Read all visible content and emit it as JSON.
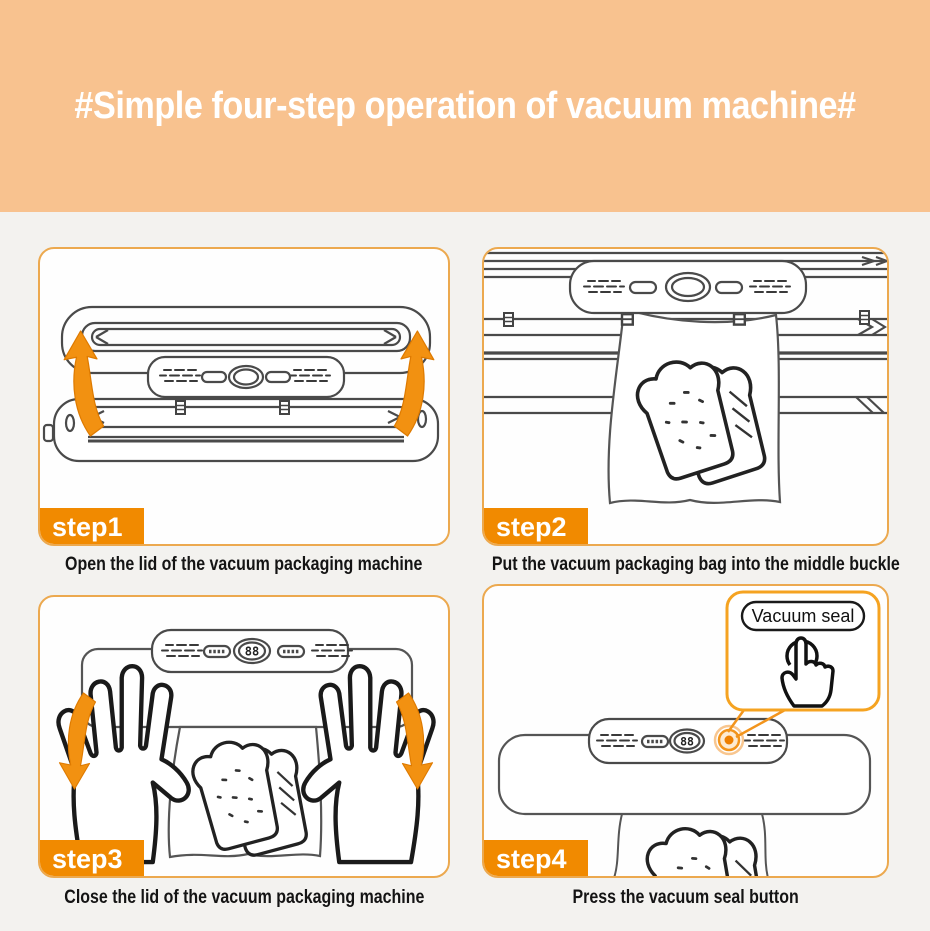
{
  "banner": {
    "title": "#Simple four-step operation of vacuum machine#",
    "bg_color": "#F8C28F",
    "text_color": "#FFFFFF"
  },
  "colors": {
    "page_bg": "#F3F2EF",
    "step_badge_orange": "#F18A00",
    "panel_border_orange": "#ECA94F",
    "arrow_orange": "#F29111",
    "line_art_gray": "#4A4A4A",
    "caption_text": "#141414"
  },
  "machine": {
    "display_value": "88"
  },
  "steps": [
    {
      "id": "step1",
      "label": "step1",
      "caption": "Open the lid of the vacuum packaging machine"
    },
    {
      "id": "step2",
      "label": "step2",
      "caption": "Put the vacuum packaging bag into the middle buckle"
    },
    {
      "id": "step3",
      "label": "step3",
      "caption": "Close the lid of the vacuum packaging machine"
    },
    {
      "id": "step4",
      "label": "step4",
      "caption": "Press the vacuum seal button"
    }
  ],
  "panel4": {
    "callout_label": "Vacuum seal"
  },
  "icons": {
    "tap": "tap-press-icon",
    "open_arrow": "curved-arrow-up-icon",
    "close_arrow": "curved-arrow-down-icon",
    "vacuum_seal_button": "vacuum-seal-button"
  }
}
